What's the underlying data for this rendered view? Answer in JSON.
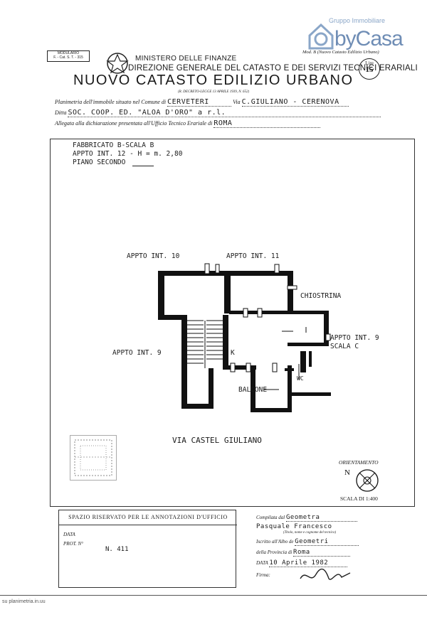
{
  "logo": {
    "small": "Gruppo Immobiliare",
    "name": "byCasa"
  },
  "header": {
    "modulario": "MODULARIO\nF. - Cat. S. T. - 315",
    "ministry": "MINISTERO DELLE FINANZE",
    "direction": "DIREZIONE GENERALE DEL CATASTO E DEI SERVIZI TECNICI ERARIALI",
    "model": "Mod. B (Nuovo Catasto Edilizio Urbano)",
    "title": "NUOVO CATASTO EDILIZIO URBANO",
    "lire_label": "Lire",
    "lire_value": "15",
    "law": "(R. DECRETO-LEGGE 13 APRILE 1939, N. 652)"
  },
  "form": {
    "plan_label": "Planimetria dell'immobile situato nel Comune di",
    "comune": "CERVETERI",
    "via_label": "Via",
    "via": "C.GIULIANO - CERENOVA",
    "ditta_label": "Ditta",
    "ditta": "SOC. COOP. ED. \"ALOA D'ORO\" a r.l.",
    "allegata_label": "Allegata alla dichiarazione presentata all'Ufficio Tecnico Erariale di",
    "ufficio": "ROMA"
  },
  "plan_notes": [
    "FABBRICATO B-SCALA B",
    "APPTO INT. 12 - H = m. 2,80",
    "PIANO SECONDO"
  ],
  "rooms": {
    "appto10": "APPTO INT. 10",
    "appto11": "APPTO INT. 11",
    "chiostrina": "CHIOSTRINA",
    "appto9_right": "APPTO INT. 9",
    "scala_c": "SCALA C",
    "appto9_left": "APPTO INT. 9",
    "k": "K",
    "wc": "WC",
    "balcone": "BALCONE",
    "street": "VIA CASTEL GIULIANO"
  },
  "orientation": {
    "label": "ORIENTAMENTO",
    "north": "N",
    "scale": "SCALA DI 1:400"
  },
  "annotations": {
    "title": "SPAZIO RISERVATO PER LE ANNOTAZIONI D'UFFICIO",
    "data_label": "DATA",
    "prot_label": "PROT. N°",
    "value": "N. 411"
  },
  "compilation": {
    "compilata_label": "Compilata dal",
    "compilata_value": "Geometra",
    "name": "Pasquale Francesco",
    "name_note": "(Titolo, nome e cognome del tecnico)",
    "albo_label": "Iscritto all'Albo de",
    "albo_value": "Geometri",
    "provincia_label": "della Provincia di",
    "provincia_value": "Roma",
    "data_label": "DATA",
    "data_value": "10 Aprile 1982",
    "firma_label": "Firma:"
  },
  "footer": {
    "text": "su planimetria.in.uu"
  },
  "colors": {
    "logo": "#6f8db5",
    "ink": "#1a1a1a"
  }
}
